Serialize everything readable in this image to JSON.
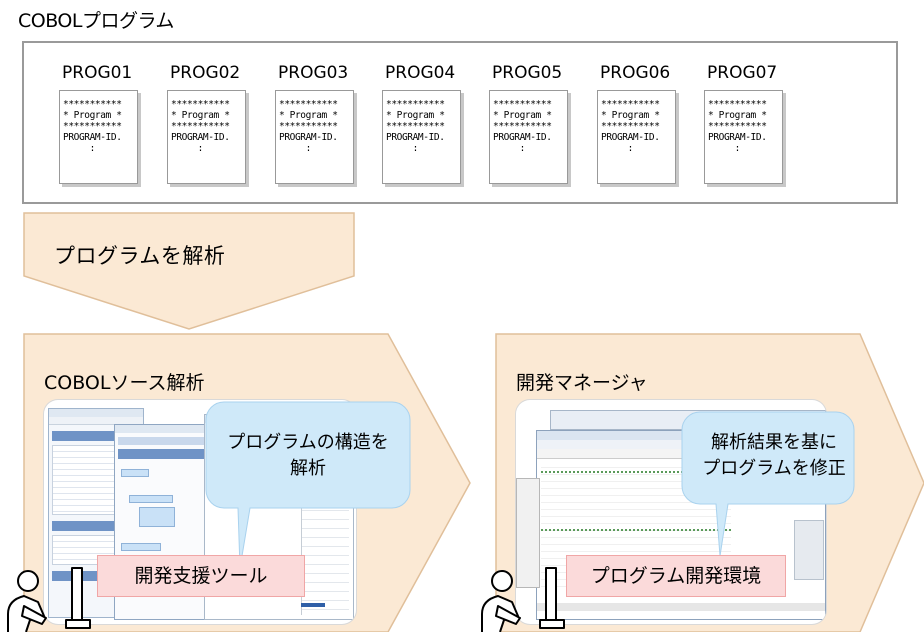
{
  "title": "COBOLプログラム",
  "programs": [
    {
      "name": "PROG01",
      "lines": [
        "***********",
        "* Program *",
        "***********",
        "PROGRAM-ID.",
        "     :"
      ]
    },
    {
      "name": "PROG02",
      "lines": [
        "***********",
        "* Program *",
        "***********",
        "PROGRAM-ID.",
        "     :"
      ]
    },
    {
      "name": "PROG03",
      "lines": [
        "***********",
        "* Program *",
        "***********",
        "PROGRAM-ID.",
        "     :"
      ]
    },
    {
      "name": "PROG04",
      "lines": [
        "***********",
        "* Program *",
        "***********",
        "PROGRAM-ID.",
        "     :"
      ]
    },
    {
      "name": "PROG05",
      "lines": [
        "***********",
        "* Program *",
        "***********",
        "PROGRAM-ID.",
        "     :"
      ]
    },
    {
      "name": "PROG06",
      "lines": [
        "***********",
        "* Program *",
        "***********",
        "PROGRAM-ID.",
        "     :"
      ]
    },
    {
      "name": "PROG07",
      "lines": [
        "***********",
        "* Program *",
        "***********",
        "PROGRAM-ID.",
        "     :"
      ]
    }
  ],
  "step": {
    "label": "プログラムを解析"
  },
  "panels": {
    "left": {
      "label": "COBOLソース解析",
      "bubble_line1": "プログラムの構造を",
      "bubble_line2": "解析",
      "tool": "開発支援ツール"
    },
    "right": {
      "label": "開発マネージャ",
      "bubble_line1": "解析結果を基に",
      "bubble_line2": "プログラムを修正",
      "tool": "プログラム開発環境"
    }
  },
  "colors": {
    "arrow_fill": "#fbe9d4",
    "arrow_stroke": "#e0bf9a",
    "frame": "#9a9a9a",
    "bubble_fill": "#cfe9f9",
    "pink_fill": "#fbdada",
    "pink_border": "#f0a6a6"
  },
  "icons": [
    "person-at-computer-icon"
  ]
}
